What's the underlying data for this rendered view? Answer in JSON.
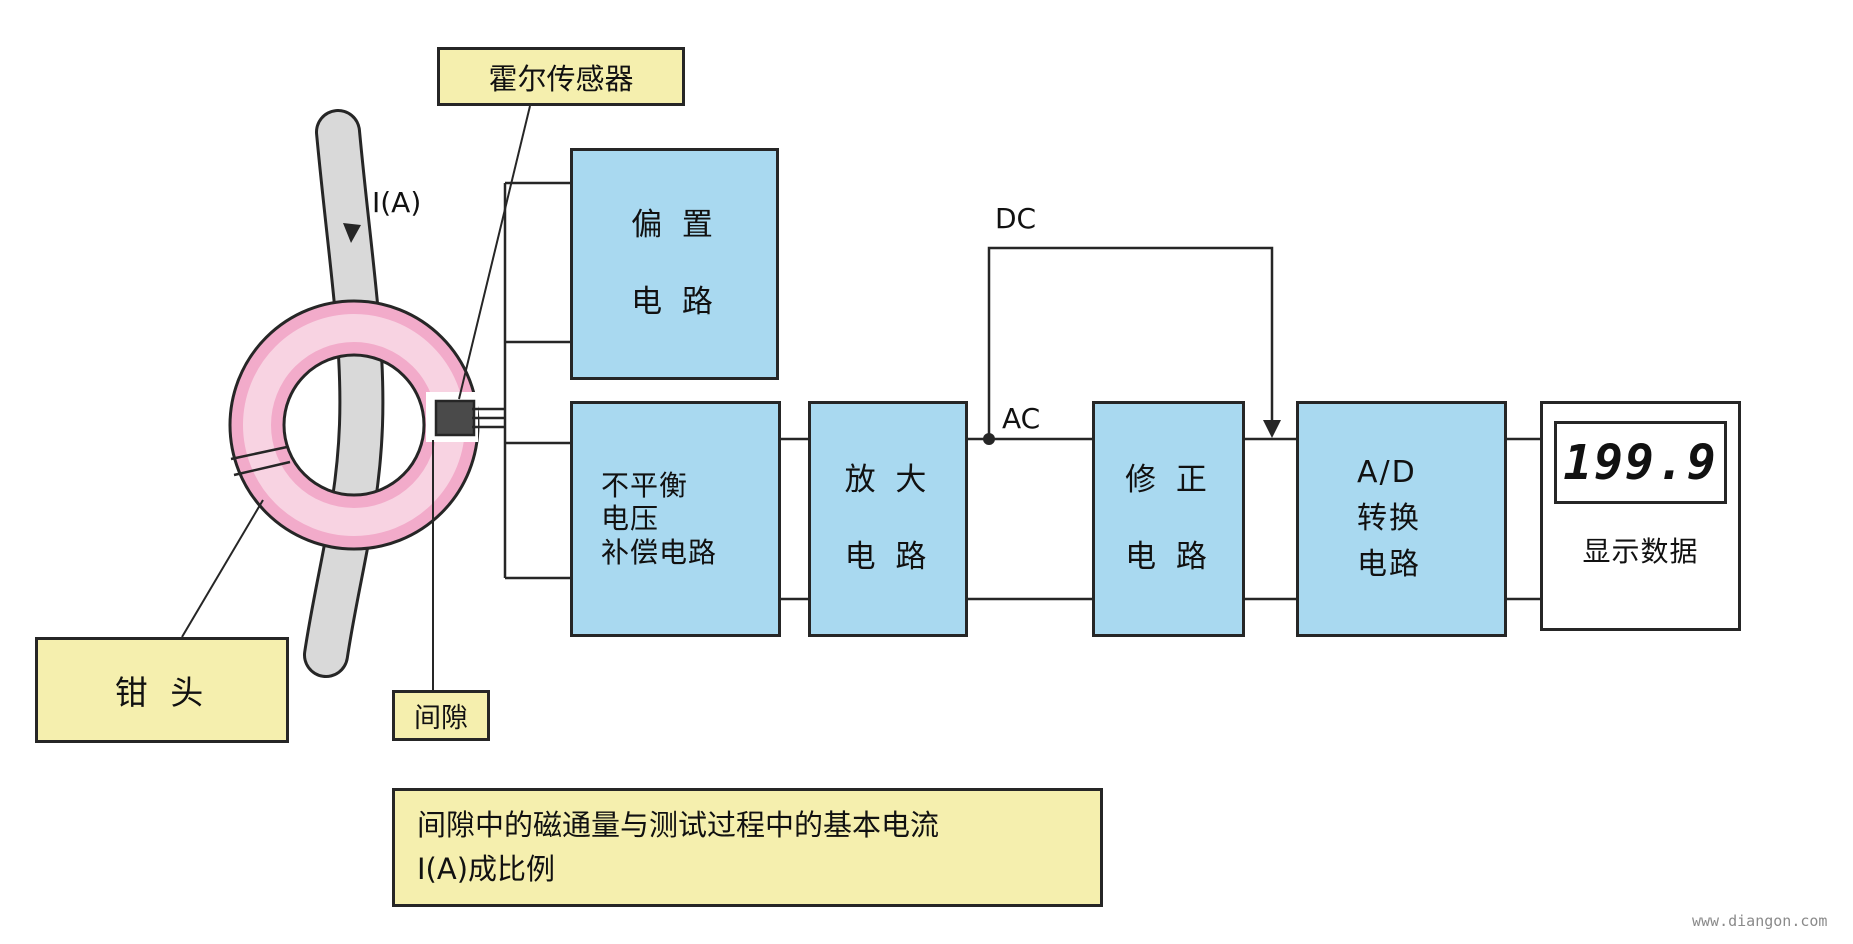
{
  "clamp": {
    "hall_sensor_label": "霍尔传感器",
    "current_label": "I(A)",
    "clamp_head_label": "钳  头",
    "gap_label": "间隙"
  },
  "signal_chain": {
    "bias_block": {
      "line1": "偏 置",
      "line2": "电 路"
    },
    "compensation_block": {
      "line1": "不平衡",
      "line2": "电压",
      "line3": "补偿电路"
    },
    "amplifier_block": {
      "line1": "放 大",
      "line2": "电 路"
    },
    "correction_block": {
      "line1": "修 正",
      "line2": "电 路"
    },
    "adc_block": {
      "line1": "A/D",
      "line2": "转换",
      "line3": "电路"
    },
    "display_block": {
      "lcd_value": "199.9",
      "caption": "显示数据"
    },
    "wire_labels": {
      "dc": "DC",
      "ac": "AC"
    }
  },
  "note": {
    "line1": "间隙中的磁通量与测试过程中的基本电流",
    "line2": "I(A)成比例"
  },
  "watermark": "www.diangon.com",
  "colors": {
    "block_fill": "#a9d9f0",
    "label_fill": "#f5efae",
    "ring_pink": "#f2abca",
    "ring_inner_pink": "#f8d3e2",
    "cable_gray": "#d9d9d9",
    "outline": "#262626"
  }
}
